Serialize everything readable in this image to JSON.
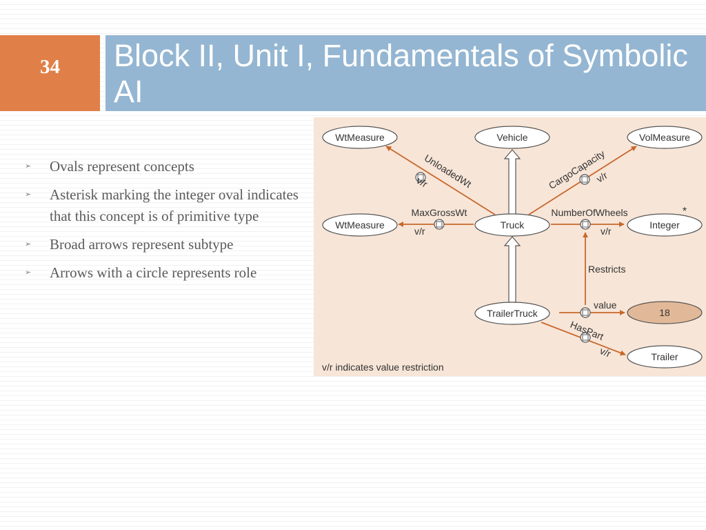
{
  "slide": {
    "number": "34",
    "title": "Block II, Unit I, Fundamentals of Symbolic AI"
  },
  "bullets": [
    "Ovals represent concepts",
    "Asterisk marking the integer oval indicates that this concept is of primitive type",
    "Broad arrows represent subtype",
    "Arrows with a circle represents role"
  ],
  "bullet_marker_icon": "arrowhead-bullet-icon",
  "diagram": {
    "nodes": {
      "wtmeasure_top": "WtMeasure",
      "vehicle": "Vehicle",
      "volmeasure": "VolMeasure",
      "wtmeasure_mid": "WtMeasure",
      "truck": "Truck",
      "integer": "Integer",
      "trailertruck": "TrailerTruck",
      "eighteen": "18",
      "trailer": "Trailer"
    },
    "roles": {
      "unloadedwt": "UnloadedWt",
      "cargocapacity": "CargoCapacity",
      "maxgrosswt": "MaxGrossWt",
      "numberofwheels": "NumberOfWheels",
      "restricts": "Restricts",
      "value": "value",
      "haspart": "HasPart"
    },
    "vr_label": "v/r",
    "asterisk": "*",
    "caption": "v/r indicates value restriction",
    "colors": {
      "background": "#f7e5d7",
      "arrow": "#c8672b",
      "filled_oval": "#e2b998",
      "oval_fill": "#ffffff",
      "outline": "#555555"
    }
  }
}
